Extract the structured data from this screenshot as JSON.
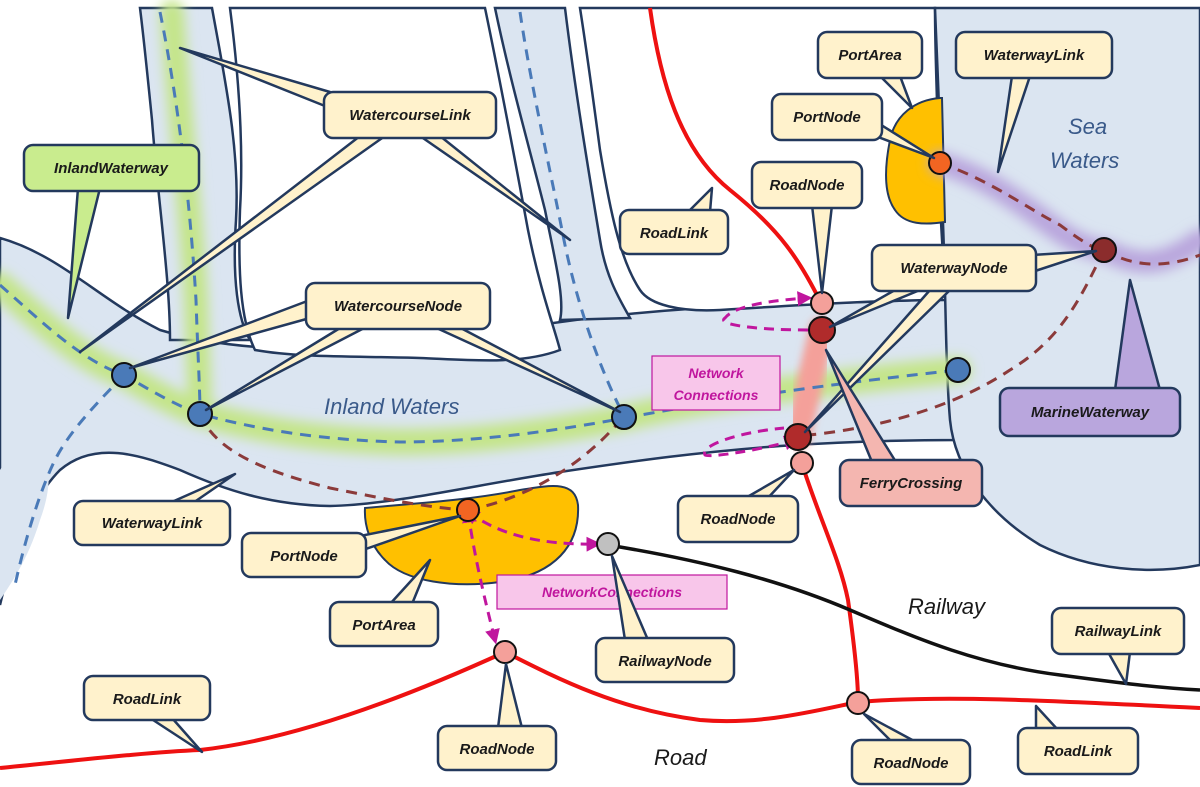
{
  "areas": {
    "inland_waters": "Inland Waters",
    "sea_line1": "Sea",
    "sea_line2": "Waters"
  },
  "line_labels": {
    "railway": "Railway",
    "road": "Road"
  },
  "network_connections": {
    "upper_line1": "Network",
    "upper_line2": "Connections",
    "lower": "NetworkConnections"
  },
  "callouts": {
    "inland_waterway": "InlandWaterway",
    "watercourse_link": "WatercourseLink",
    "watercourse_node": "WatercourseNode",
    "waterway_link_left": "WaterwayLink",
    "port_node_left": "PortNode",
    "port_area_left": "PortArea",
    "road_link_top": "RoadLink",
    "road_node_top": "RoadNode",
    "port_area_top": "PortArea",
    "port_node_top": "PortNode",
    "waterway_link_top": "WaterwayLink",
    "waterway_node": "WaterwayNode",
    "marine_waterway": "MarineWaterway",
    "ferry_crossing": "FerryCrossing",
    "road_node_mid": "RoadNode",
    "railway_node": "RailwayNode",
    "railway_link": "RailwayLink",
    "road_link_bottom_left": "RoadLink",
    "road_node_bottom_left": "RoadNode",
    "road_node_bottom_right": "RoadNode",
    "road_link_bottom_right": "RoadLink"
  },
  "colors": {
    "water_fill": "#dbe5f1",
    "water_stroke": "#23395d",
    "inland_waterway_glow": "#c4e58a",
    "marine_waterway_glow": "#b9a6dd",
    "watercourse_line": "#4a7ab8",
    "waterway_line": "#8b3a3a",
    "port_area": "#ffc000",
    "road": "#ee1111",
    "railway": "#111111",
    "network_connection": "#c0169e",
    "callout_default": "#fff2cc",
    "callout_inland": "#c9ec8e",
    "callout_marine": "#b9a6dd",
    "callout_ferry": "#f4b6b0",
    "callout_border": "#23395d"
  }
}
